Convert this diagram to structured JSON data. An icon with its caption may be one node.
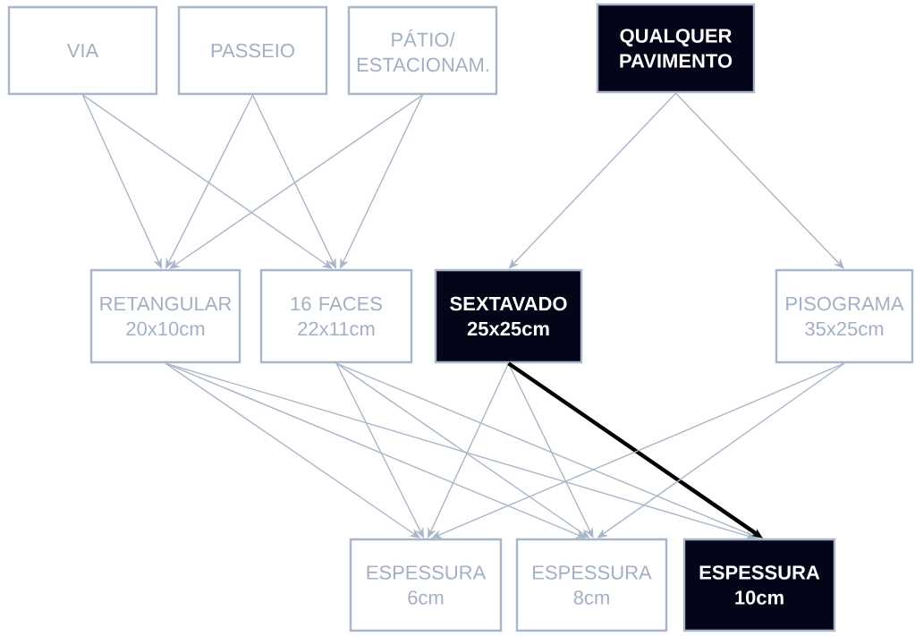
{
  "diagram": {
    "nodes": [
      {
        "text": [
          "VIA"
        ]
      },
      {
        "text": [
          "PASSEIO"
        ]
      },
      {
        "text": [
          "PÁTIO/ ESTACIONAM."
        ]
      },
      {
        "text": [
          "QUALQUER PAVIMENTO"
        ]
      },
      {
        "text": [
          "RETANGULAR 20x10cm"
        ]
      },
      {
        "text": [
          "16 FACES 22x11cm"
        ]
      },
      {
        "text": [
          "SEXTAVADO 25x25cm"
        ]
      },
      {
        "text": [
          "PISOGRAMA 35x25cm"
        ]
      },
      {
        "text": [
          "ESPESSURA 6cm"
        ]
      },
      {
        "text": [
          "ESPESSURA 8cm"
        ]
      },
      {
        "text": [
          "ESPESSURA 10cm"
        ]
      }
    ],
    "edges": [
      {
        "from": 0,
        "to": 4,
        "arrow": "to"
      },
      {
        "from": 0,
        "to": 5,
        "arrow": "to"
      },
      {
        "from": 1,
        "to": 4,
        "arrow": "to"
      },
      {
        "from": 1,
        "to": 5,
        "arrow": "to"
      },
      {
        "from": 2,
        "to": 4,
        "arrow": "to"
      },
      {
        "from": 2,
        "to": 5,
        "arrow": "to"
      },
      {
        "from": 3,
        "to": 6,
        "arrow": "to"
      },
      {
        "from": 3,
        "to": 7,
        "arrow": "to"
      },
      {
        "from": 4,
        "to": 8,
        "arrow": "to"
      },
      {
        "from": 4,
        "to": 9,
        "arrow": "to"
      },
      {
        "from": 4,
        "to": 10,
        "arrow": "to"
      },
      {
        "from": 5,
        "to": 8,
        "arrow": "to"
      },
      {
        "from": 5,
        "to": 9,
        "arrow": "to"
      },
      {
        "from": 5,
        "to": 10,
        "arrow": "to"
      },
      {
        "from": 6,
        "to": 8,
        "arrow": "to"
      },
      {
        "from": 6,
        "to": 9,
        "arrow": "to"
      },
      {
        "from": 6,
        "to": 10,
        "arrow": "to",
        "style": "thick",
        "color": "#000000"
      },
      {
        "from": 7,
        "to": 8,
        "arrow": "to"
      },
      {
        "from": 7,
        "to": 9,
        "arrow": "to"
      }
    ]
  }
}
